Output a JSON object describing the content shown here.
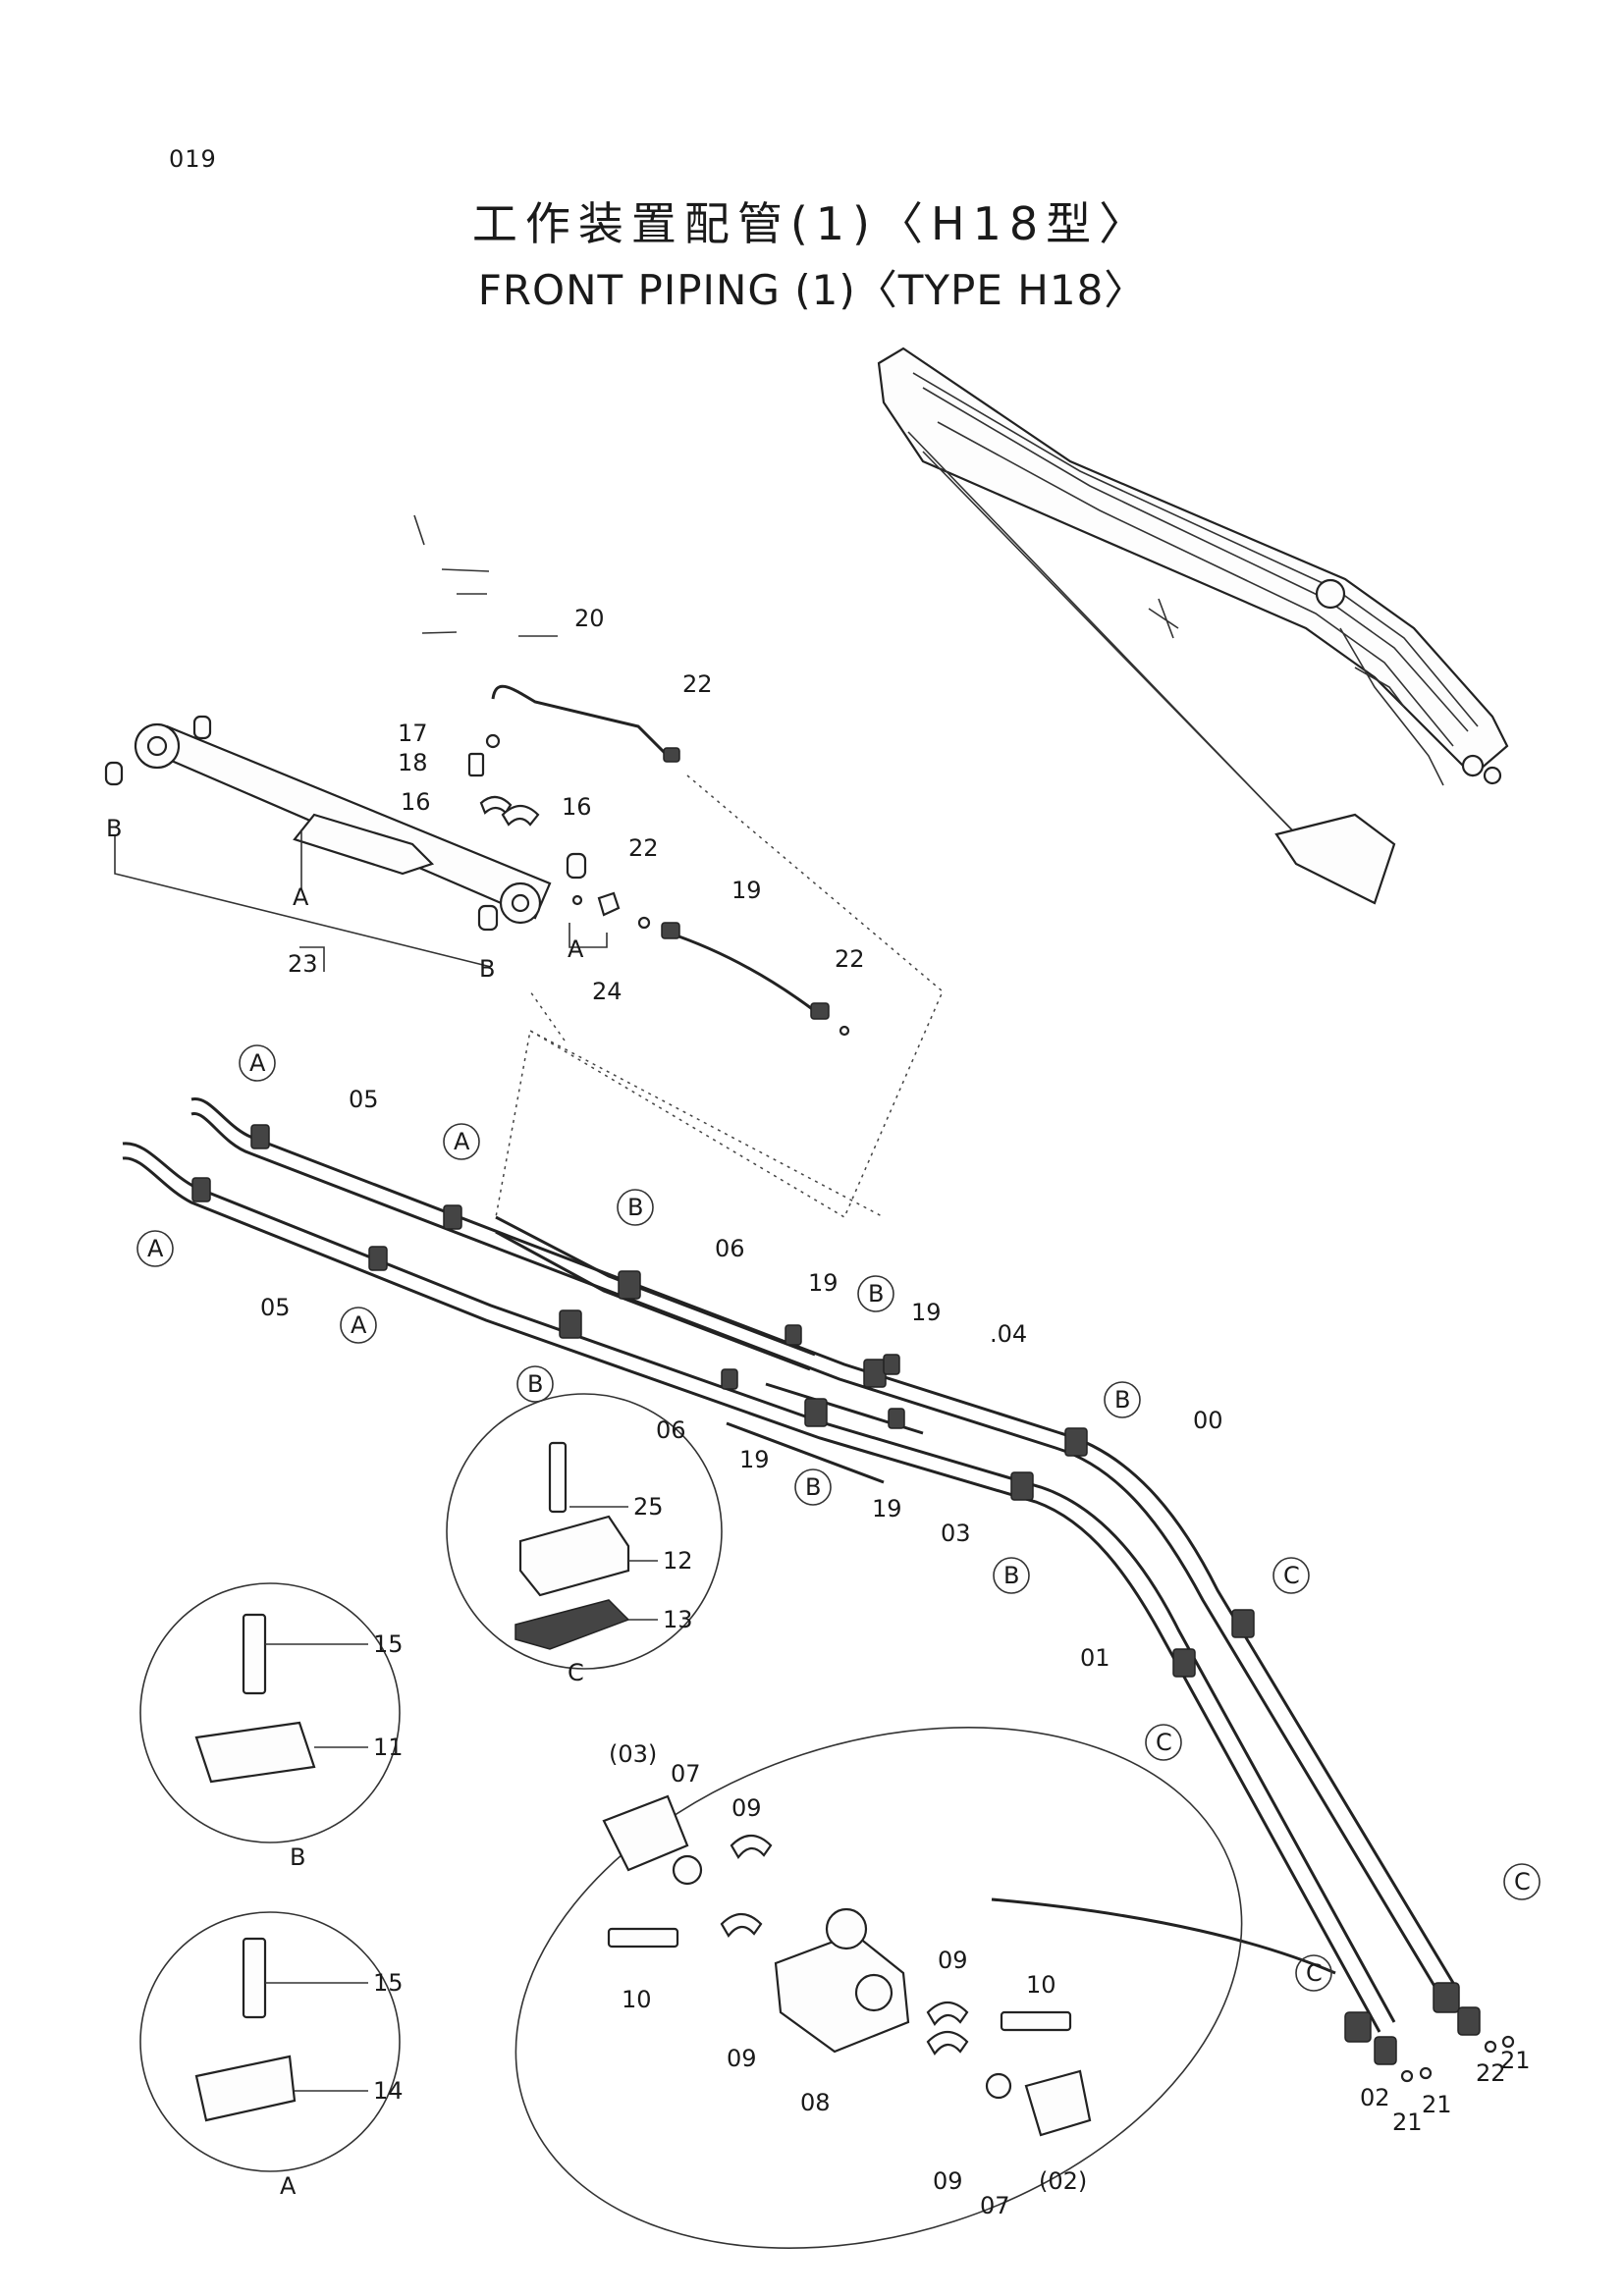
{
  "header": {
    "page_number": "019",
    "title_zh": "工作装置配管(1)〈H18型〉",
    "title_en": "FRONT  PIPING (1)〈TYPE  H18〉"
  },
  "callouts": {
    "top": [
      "20",
      "22",
      "17",
      "18",
      "16",
      "16",
      "22",
      "19",
      "22",
      "A",
      "B",
      "B",
      "A",
      "23",
      "24"
    ],
    "main": [
      "05",
      "05",
      "06",
      "06",
      "19",
      "19",
      "19",
      "19",
      ".04",
      "03",
      "00",
      "01",
      "02",
      "21",
      "21",
      "22",
      "21"
    ],
    "circled": [
      "A",
      "A",
      "A",
      "A",
      "B",
      "B",
      "B",
      "B",
      "B",
      "B",
      "C",
      "C",
      "C",
      "C"
    ],
    "detail_c": [
      "25",
      "12",
      "13",
      "C"
    ],
    "detail_b": [
      "15",
      "11",
      "B"
    ],
    "detail_a": [
      "15",
      "14",
      "A"
    ],
    "fitting": [
      "(03)",
      "07",
      "09",
      "10",
      "09",
      "08",
      "09",
      "10",
      "09",
      "07",
      "(02)"
    ]
  }
}
